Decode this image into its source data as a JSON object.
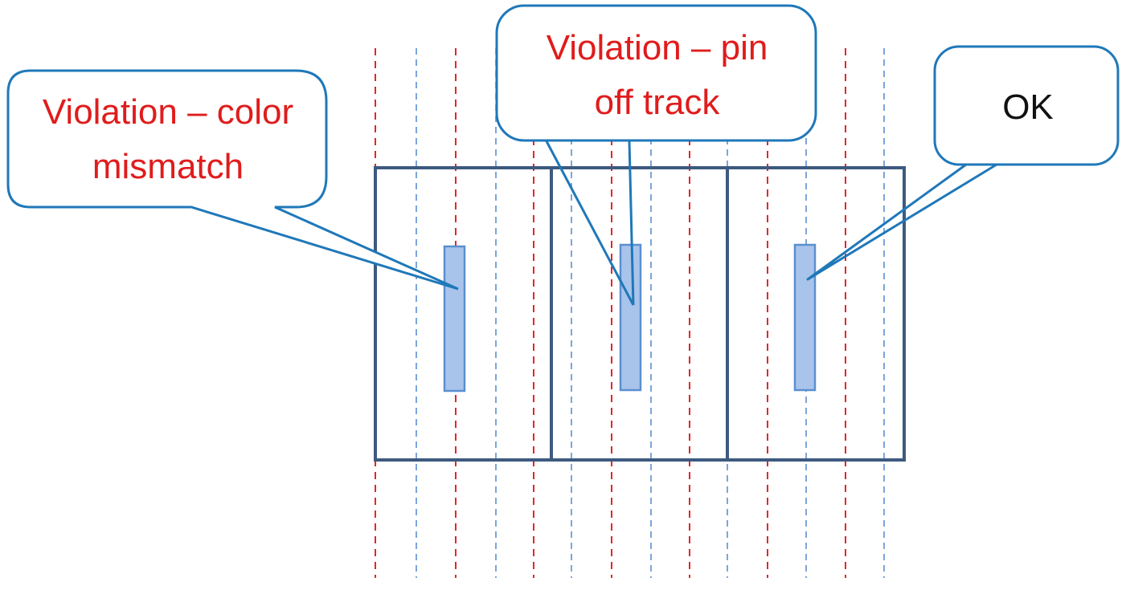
{
  "callouts": {
    "color_mismatch": {
      "text": "Violation – color\nmismatch",
      "color": "#e01c1c"
    },
    "pin_off_track": {
      "text": "Violation – pin\noff track",
      "color": "#e01c1c"
    },
    "ok": {
      "text": "OK",
      "color": "#111111"
    }
  },
  "colors": {
    "red_track": "#e3262b",
    "blue_track": "#5b8fd0",
    "cell_outline": "#3d5a80",
    "pin_fill": "#a9c4eb",
    "callout_outline": "#1f78b9"
  }
}
